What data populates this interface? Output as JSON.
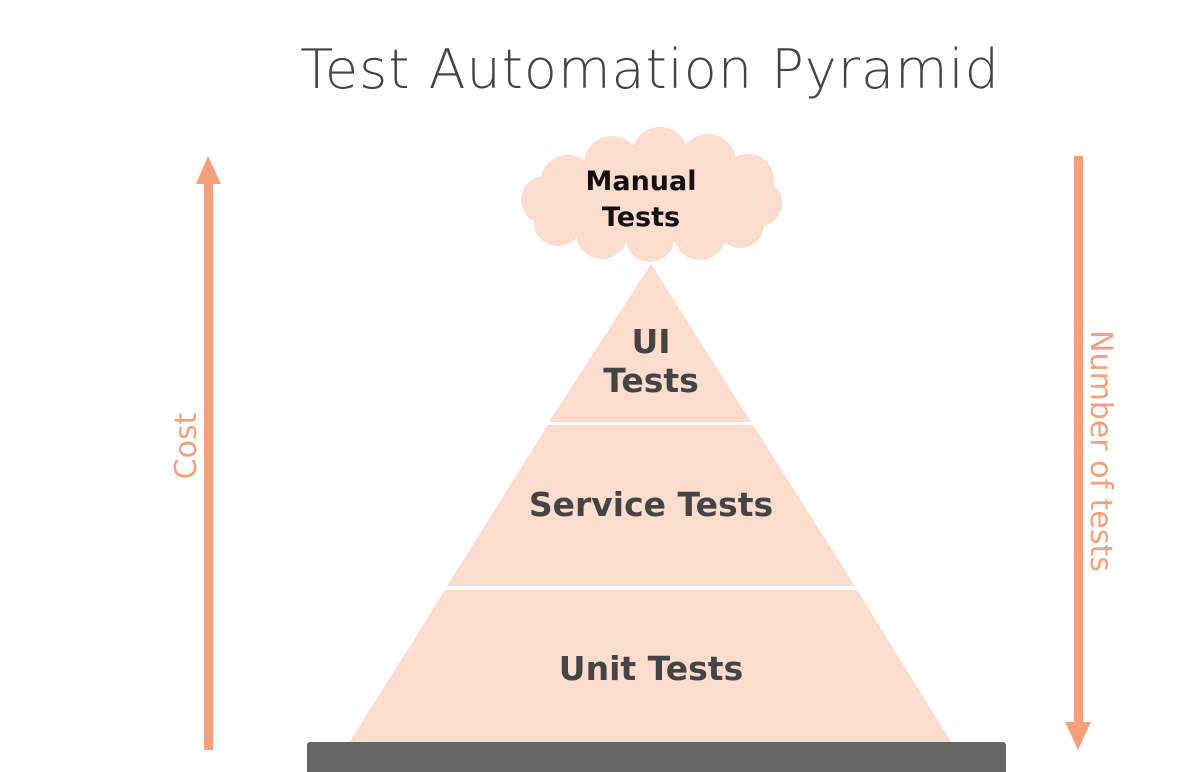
{
  "title": "Test Automation Pyramid",
  "cloud": {
    "line1": "Manual",
    "line2": "Tests"
  },
  "layers": {
    "top": {
      "line1": "UI",
      "line2": "Tests"
    },
    "middle": {
      "label": "Service Tests"
    },
    "bottom": {
      "label": "Unit Tests"
    }
  },
  "axes": {
    "left": "Cost",
    "right": "Number of tests"
  },
  "colors": {
    "pyramid_fill": "#fcdccd",
    "arrow": "#f5a07c",
    "title_text": "#444444",
    "caption_bar": "#666666"
  }
}
